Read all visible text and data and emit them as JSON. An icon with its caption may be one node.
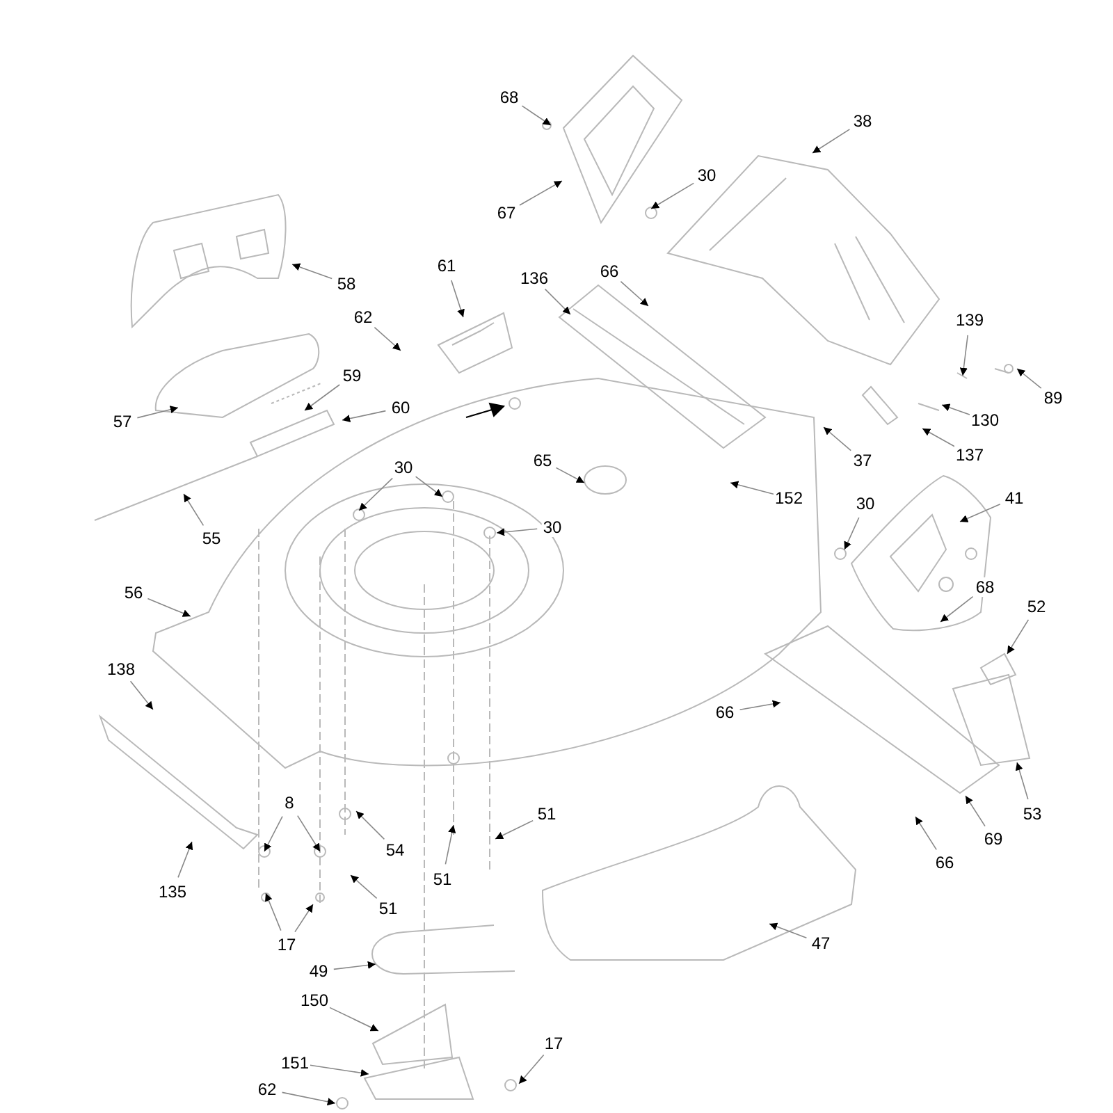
{
  "diagram": {
    "nodes": [
      {
        "text": [
          "68"
        ]
      },
      {
        "text": [
          "38"
        ]
      },
      {
        "text": [
          "30"
        ]
      },
      {
        "text": [
          "67"
        ]
      },
      {
        "text": [
          "61"
        ]
      },
      {
        "text": [
          "66"
        ]
      },
      {
        "text": [
          "136"
        ]
      },
      {
        "text": [
          "58"
        ]
      },
      {
        "text": [
          "62"
        ]
      },
      {
        "text": [
          "139"
        ]
      },
      {
        "text": [
          "59"
        ]
      },
      {
        "text": [
          "89"
        ]
      },
      {
        "text": [
          "60"
        ]
      },
      {
        "text": [
          "130"
        ]
      },
      {
        "text": [
          "57"
        ]
      },
      {
        "text": [
          "137"
        ]
      },
      {
        "text": [
          "37"
        ]
      },
      {
        "text": [
          "65"
        ]
      },
      {
        "text": [
          "30"
        ]
      },
      {
        "text": [
          "152"
        ]
      },
      {
        "text": [
          "41"
        ]
      },
      {
        "text": [
          "30"
        ]
      },
      {
        "text": [
          "30"
        ]
      },
      {
        "text": [
          "55"
        ]
      },
      {
        "text": [
          "68"
        ]
      },
      {
        "text": [
          "56"
        ]
      },
      {
        "text": [
          "52"
        ]
      },
      {
        "text": [
          "138"
        ]
      },
      {
        "text": [
          "66"
        ]
      },
      {
        "text": [
          "8"
        ]
      },
      {
        "text": [
          "51"
        ]
      },
      {
        "text": [
          "53"
        ]
      },
      {
        "text": [
          "69"
        ]
      },
      {
        "text": [
          "54"
        ]
      },
      {
        "text": [
          "66"
        ]
      },
      {
        "text": [
          "51"
        ]
      },
      {
        "text": [
          "135"
        ]
      },
      {
        "text": [
          "51"
        ]
      },
      {
        "text": [
          "47"
        ]
      },
      {
        "text": [
          "17"
        ]
      },
      {
        "text": [
          "49"
        ]
      },
      {
        "text": [
          "150"
        ]
      },
      {
        "text": [
          "17"
        ]
      },
      {
        "text": [
          "151"
        ]
      },
      {
        "text": [
          "62"
        ]
      }
    ],
    "edges": [
      {
        "from": 0,
        "to": null,
        "arrow": "to"
      },
      {
        "from": 1,
        "to": null,
        "arrow": "to"
      },
      {
        "from": 2,
        "to": null,
        "arrow": "to"
      },
      {
        "from": 3,
        "to": null,
        "arrow": "to"
      },
      {
        "from": 4,
        "to": null,
        "arrow": "to"
      },
      {
        "from": 5,
        "to": null,
        "arrow": "to"
      },
      {
        "from": 6,
        "to": null,
        "arrow": "to"
      },
      {
        "from": 7,
        "to": null,
        "arrow": "to"
      },
      {
        "from": 8,
        "to": null,
        "arrow": "to"
      },
      {
        "from": 9,
        "to": null,
        "arrow": "to"
      },
      {
        "from": 10,
        "to": null,
        "arrow": "to"
      },
      {
        "from": 11,
        "to": null,
        "arrow": "to"
      },
      {
        "from": 12,
        "to": null,
        "arrow": "to"
      },
      {
        "from": 13,
        "to": null,
        "arrow": "to"
      },
      {
        "from": 14,
        "to": null,
        "arrow": "to"
      },
      {
        "from": 15,
        "to": null,
        "arrow": "to"
      },
      {
        "from": 16,
        "to": null,
        "arrow": "to"
      },
      {
        "from": 17,
        "to": null,
        "arrow": "to"
      },
      {
        "from": 18,
        "to": null,
        "arrow": "to"
      },
      {
        "from": 18,
        "to": null,
        "arrow": "to"
      },
      {
        "from": 19,
        "to": null,
        "arrow": "to"
      },
      {
        "from": 20,
        "to": null,
        "arrow": "to"
      },
      {
        "from": 21,
        "to": null,
        "arrow": "to"
      },
      {
        "from": 22,
        "to": null,
        "arrow": "to"
      },
      {
        "from": 23,
        "to": null,
        "arrow": "to"
      },
      {
        "from": 24,
        "to": null,
        "arrow": "to"
      },
      {
        "from": 25,
        "to": null,
        "arrow": "to"
      },
      {
        "from": 26,
        "to": null,
        "arrow": "to"
      },
      {
        "from": 27,
        "to": null,
        "arrow": "to"
      },
      {
        "from": 28,
        "to": null,
        "arrow": "to"
      },
      {
        "from": 29,
        "to": null,
        "arrow": "to"
      },
      {
        "from": 29,
        "to": null,
        "arrow": "to"
      },
      {
        "from": 30,
        "to": null,
        "arrow": "to"
      },
      {
        "from": 31,
        "to": null,
        "arrow": "to"
      },
      {
        "from": 32,
        "to": null,
        "arrow": "to"
      },
      {
        "from": 33,
        "to": null,
        "arrow": "to"
      },
      {
        "from": 34,
        "to": null,
        "arrow": "to"
      },
      {
        "from": 35,
        "to": null,
        "arrow": "to"
      },
      {
        "from": 36,
        "to": null,
        "arrow": "to"
      },
      {
        "from": 37,
        "to": null,
        "arrow": "to"
      },
      {
        "from": 38,
        "to": null,
        "arrow": "to"
      },
      {
        "from": 39,
        "to": null,
        "arrow": "to"
      },
      {
        "from": 39,
        "to": null,
        "arrow": "to"
      },
      {
        "from": 40,
        "to": null,
        "arrow": "to"
      },
      {
        "from": 41,
        "to": null,
        "arrow": "to"
      },
      {
        "from": 42,
        "to": null,
        "arrow": "to"
      },
      {
        "from": 43,
        "to": null,
        "arrow": "to"
      },
      {
        "from": 44,
        "to": null,
        "arrow": "to"
      }
    ]
  }
}
